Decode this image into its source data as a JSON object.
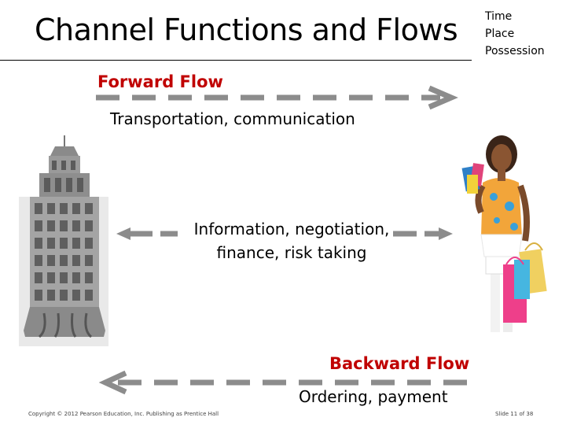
{
  "slide": {
    "title": "Channel Functions and Flows",
    "utilities": [
      "Time",
      "Place",
      "Possession"
    ],
    "forward_flow_label": "Forward Flow",
    "forward_flow_functions": "Transportation, communication",
    "two_way_functions_line1": "Information, negotiation,",
    "two_way_functions_line2": "finance, risk taking",
    "backward_flow_label": "Backward Flow",
    "backward_flow_functions": "Ordering, payment",
    "copyright": "Copyright © 2012 Pearson Education, Inc. Publishing as Prentice Hall",
    "slide_number": "Slide 11 of 38"
  },
  "colors": {
    "accent_red": "#c00000",
    "arrow_gray": "#8c8c8c"
  },
  "images": {
    "left": "office-building-icon",
    "right": "shopper-woman-image"
  }
}
